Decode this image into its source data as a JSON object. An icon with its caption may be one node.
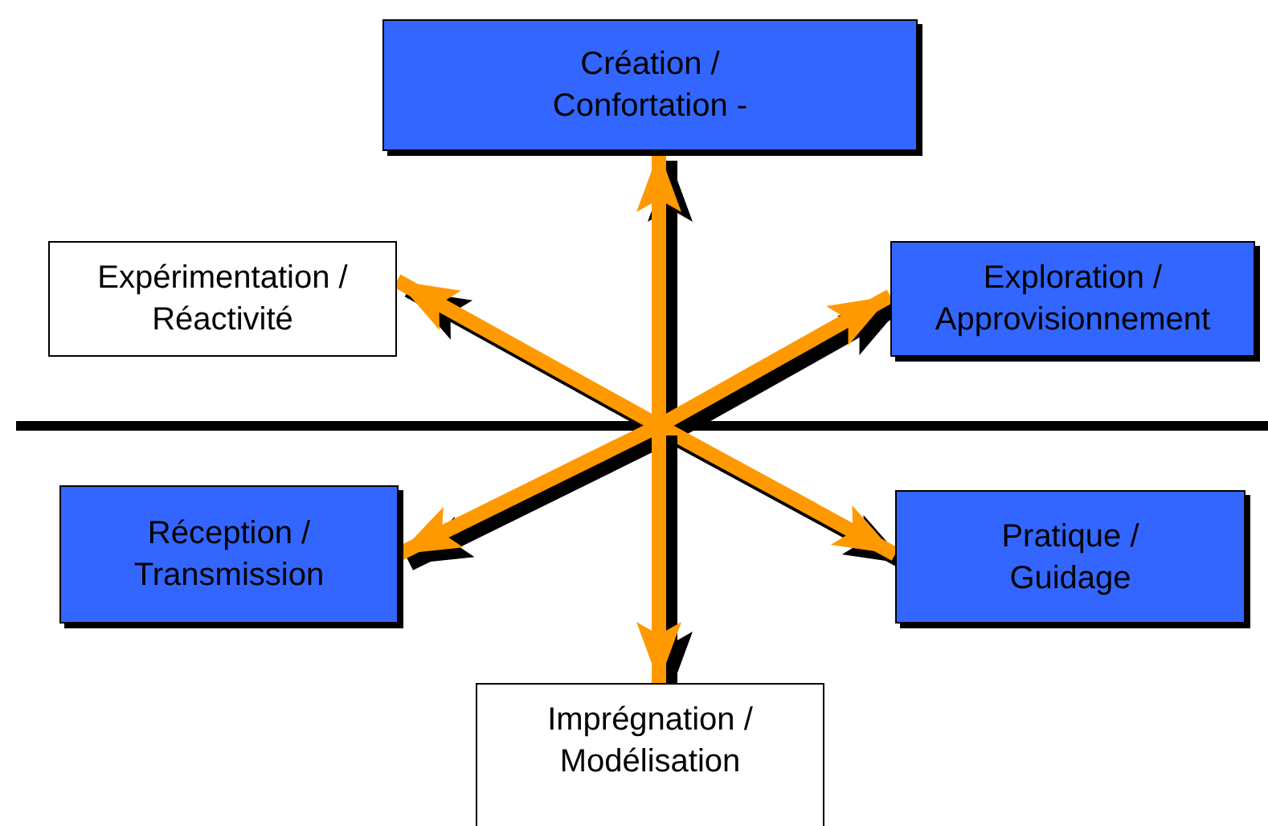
{
  "diagram": {
    "nodes": [
      {
        "text": [
          "Création / Confortation -"
        ]
      },
      {
        "text": [
          "Expérimentation / Réactivité"
        ]
      },
      {
        "text": [
          "Exploration / Approvisionnement"
        ]
      },
      {
        "text": [
          "Réception / Transmission"
        ]
      },
      {
        "text": [
          "Pratique / Guidage"
        ]
      },
      {
        "text": [
          "Imprégnation / Modélisation"
        ]
      }
    ],
    "edges": [
      {
        "from": null,
        "to": 0,
        "arrow": "to"
      },
      {
        "from": null,
        "to": 1,
        "arrow": "to"
      },
      {
        "from": null,
        "to": 2,
        "arrow": "to"
      },
      {
        "from": null,
        "to": 3,
        "arrow": "to"
      },
      {
        "from": null,
        "to": 4,
        "arrow": "to"
      },
      {
        "from": null,
        "to": 5,
        "arrow": "to"
      }
    ]
  }
}
